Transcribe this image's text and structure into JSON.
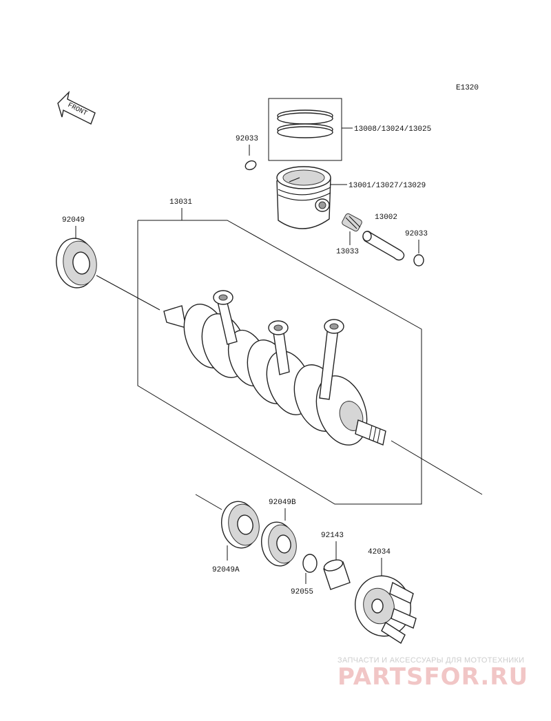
{
  "diagram_code": "E1320",
  "front_arrow_label": "FRONT",
  "parts": {
    "piston_rings": "13008/13024/13025",
    "piston": "13001/13027/13029",
    "crankshaft": "13031",
    "needle_bearing": "13033",
    "piston_pin": "13002",
    "snap_ring_left": "92033",
    "snap_ring_right": "92033",
    "oil_seal_left": "92049",
    "oil_seal_a": "92049A",
    "oil_seal_b": "92049B",
    "o_ring": "92055",
    "collar": "92143",
    "coupling": "42034"
  },
  "watermark": {
    "subtitle": "ЗАПЧАСТИ И АКСЕССУАРЫ ДЛЯ МОТОТЕХНИКИ",
    "brand": "PARTSFOR.RU"
  }
}
